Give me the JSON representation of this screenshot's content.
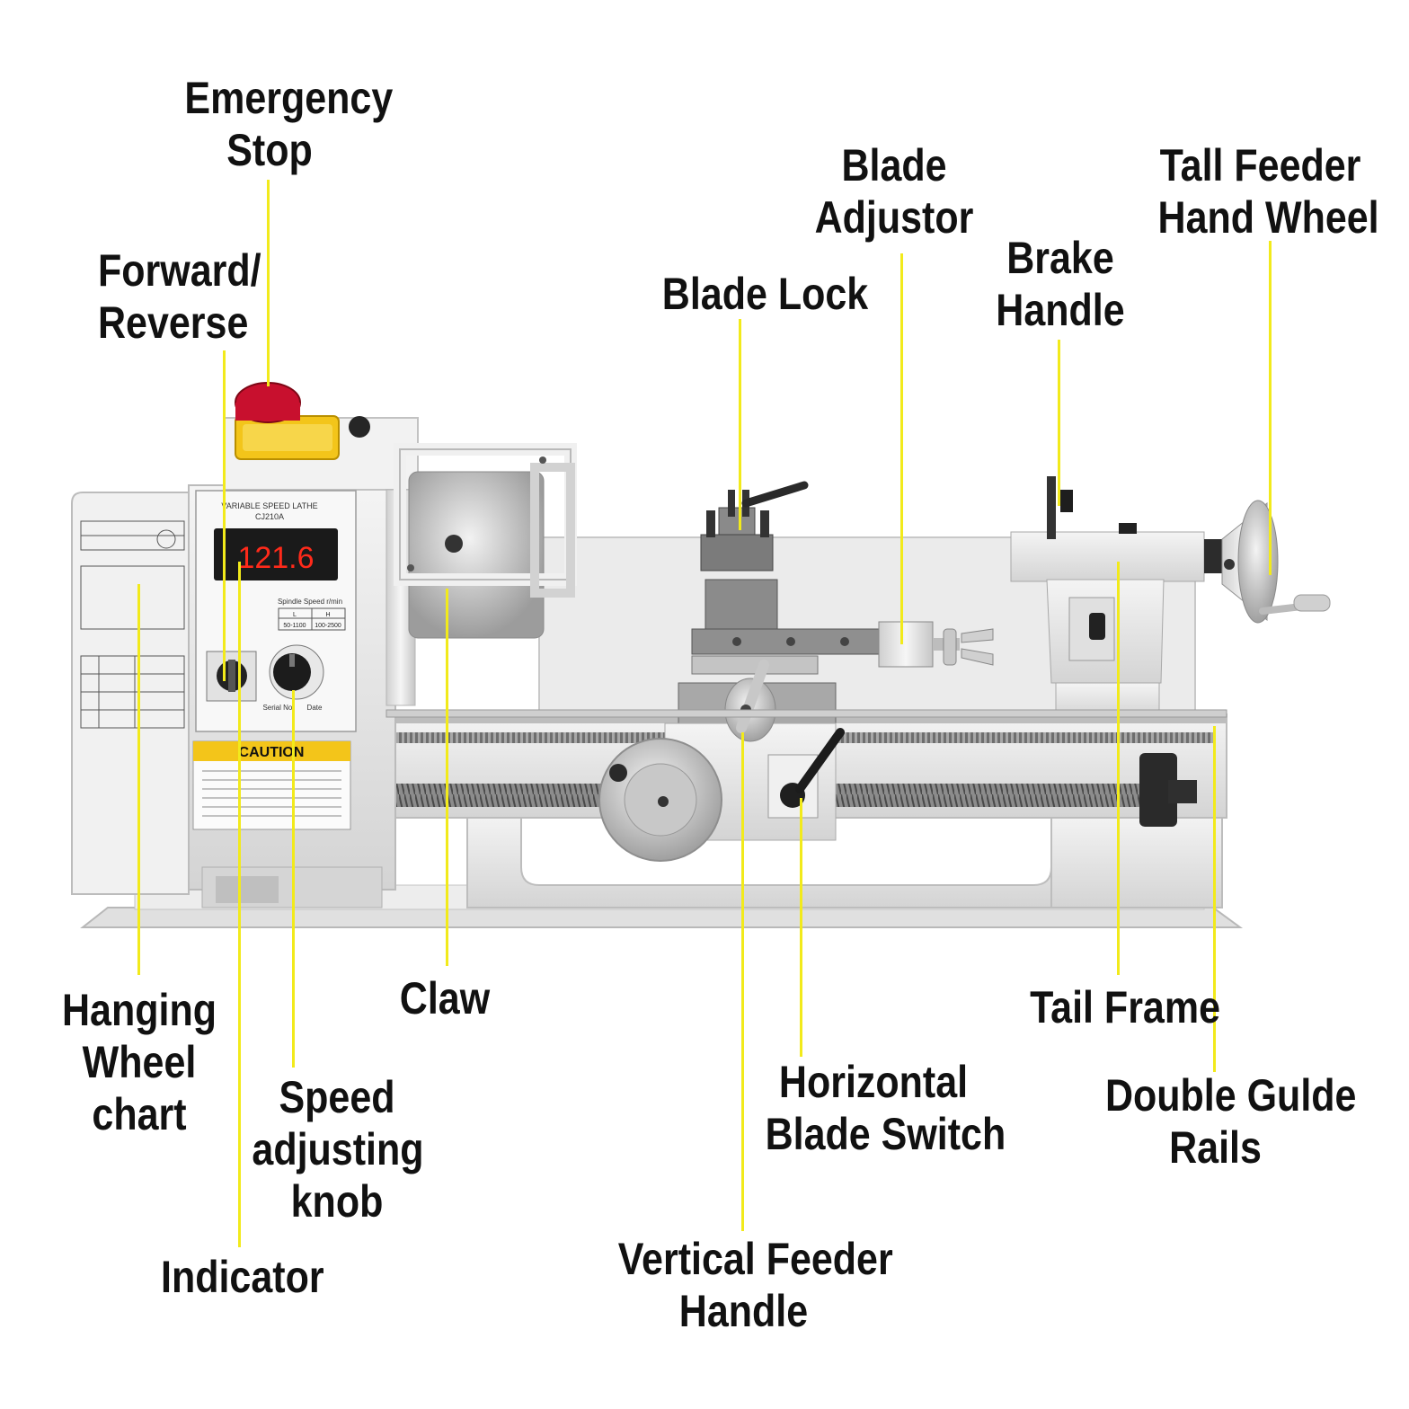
{
  "callouts": {
    "emergency_stop": [
      "Emergency",
      "Stop"
    ],
    "forward_reverse": [
      "Forward/",
      "Reverse"
    ],
    "blade_lock": [
      "Blade Lock"
    ],
    "blade_adjustor": [
      "Blade",
      "Adjustor"
    ],
    "brake_handle": [
      "Brake",
      "Handle"
    ],
    "tail_feeder_hand_wheel": [
      "Tall Feeder",
      "Hand Wheel"
    ],
    "hanging_wheel_chart": [
      "Hanging",
      "Wheel",
      "chart"
    ],
    "claw": [
      "Claw"
    ],
    "speed_adjusting_knob": [
      "Speed",
      "adjusting",
      "knob"
    ],
    "indicator": [
      "Indicator"
    ],
    "tail_frame": [
      "Tail Frame"
    ],
    "horizontal_blade_switch": [
      "Horizontal",
      "Blade Switch"
    ],
    "double_guide_rails": [
      "Double Gulde",
      "Rails"
    ],
    "vertical_feeder_handle": [
      "Vertical Feeder",
      "Handle"
    ]
  },
  "machine": {
    "panel_title": "VARIABLE SPEED LATHE",
    "model": "CJ210A",
    "display_reading": "121.6",
    "spindle_speed_label": "Spindle Speed r/min",
    "speed_low": "L",
    "speed_high": "H",
    "range_low": "50-1100",
    "range_high": "100-2500",
    "caution": "CAUTION",
    "serial_label": "Serial No.",
    "date_label": "Date",
    "colors": {
      "leader": "#f2ea1b",
      "display_digits": "#ff2a1a",
      "estop": "#c8102e",
      "estop_box": "#f3c51a",
      "caution": "#f3c51a"
    }
  }
}
